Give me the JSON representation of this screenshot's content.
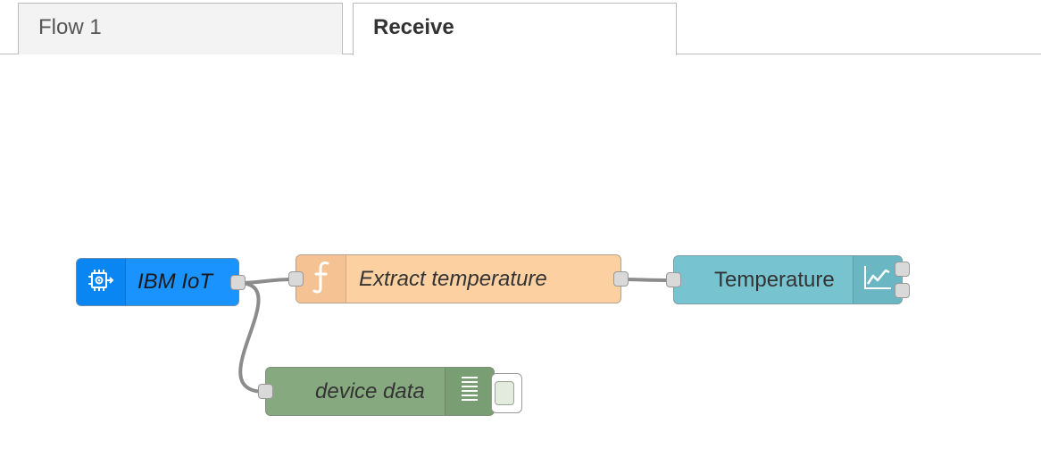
{
  "tabs": [
    {
      "label": "Flow 1",
      "active": false
    },
    {
      "label": "Receive",
      "active": true
    }
  ],
  "nodes": {
    "ibm_iot": {
      "label": "IBM IoT",
      "color": "#1a93ff",
      "icon": "chip-icon"
    },
    "function": {
      "label": "Extract temperature",
      "color": "#fcd0a1",
      "icon": "function-icon"
    },
    "chart": {
      "label": "Temperature",
      "color": "#77c3cf",
      "icon": "line-chart-icon"
    },
    "debug": {
      "label": "device data",
      "color": "#87a980",
      "icon": "list-icon"
    }
  },
  "colors": {
    "wire": "#8c8c8c",
    "port": "#d9d9d9",
    "tab_border": "#bbbbbb"
  }
}
